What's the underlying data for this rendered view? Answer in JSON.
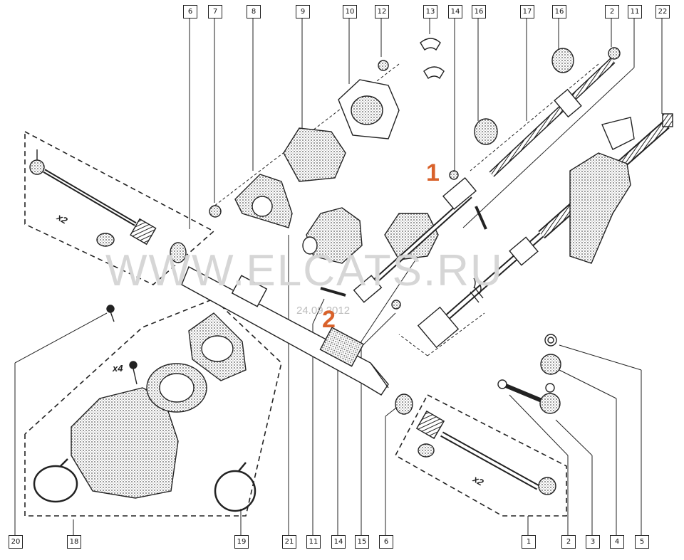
{
  "callouts_top": [
    "6",
    "7",
    "8",
    "9",
    "10",
    "12",
    "13",
    "14",
    "16",
    "17",
    "16",
    "2",
    "11",
    "22"
  ],
  "callouts_bottom": [
    "20",
    "18",
    "19",
    "21",
    "11",
    "14",
    "15",
    "6",
    "1",
    "2",
    "3",
    "4",
    "5"
  ],
  "markers": [
    "1",
    "2"
  ],
  "quantities": [
    "x2",
    "x2",
    "x4"
  ],
  "watermark": {
    "site": "WWW.ELCATS.RU",
    "date": "24.09.2012"
  },
  "colors": {
    "marker": "#d9622b",
    "line": "#222222",
    "watermark": "#d6d6d6"
  }
}
